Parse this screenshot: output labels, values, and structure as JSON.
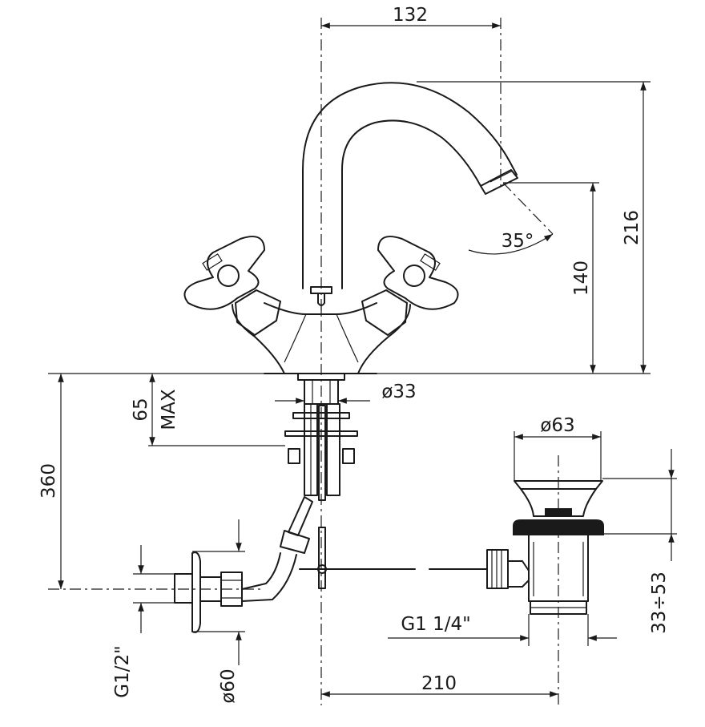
{
  "dimensions": {
    "spout_reach": "132",
    "total_height": "216",
    "outlet_height": "140",
    "spout_angle": "35°",
    "deck_diameter": "ø33",
    "deck_thickness": "65",
    "deck_thickness_note": "MAX",
    "supply_length": "360",
    "waste_diameter": "ø63",
    "waste_thread": "G1  1/4\"",
    "waste_range": "33÷53",
    "supply_thread": "G1/2\"",
    "flange_diameter": "ø60",
    "waste_offset": "210"
  }
}
